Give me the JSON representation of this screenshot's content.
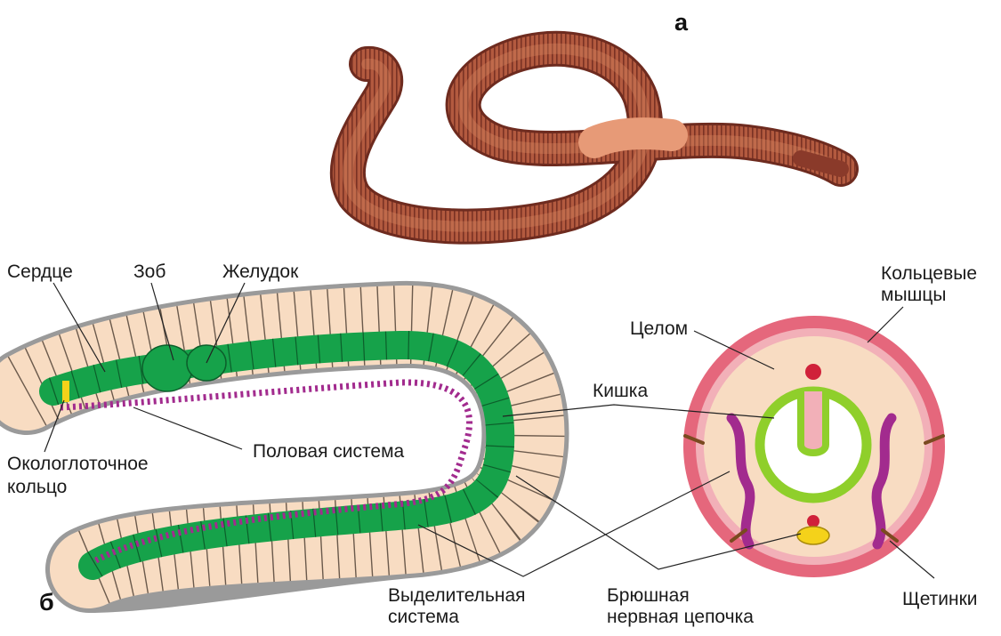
{
  "panels": {
    "a": "а",
    "b": "б"
  },
  "labels": {
    "heart": "Сердце",
    "crop": "Зоб",
    "stomach": "Желудок",
    "nerve_ring_line1": "Окологлоточное",
    "nerve_ring_line2": "кольцо",
    "reproductive": "Половая система",
    "circular_muscles_line1": "Кольцевые",
    "circular_muscles_line2": "мышцы",
    "coelom": "Целом",
    "intestine": "Кишка",
    "excretory_line1": "Выделительная",
    "excretory_line2": "система",
    "nerve_cord_line1": "Брюшная",
    "nerve_cord_line2": "нервная цепочка",
    "setae": "Щетинки"
  },
  "colors": {
    "worm_body": "#a8503a",
    "worm_light": "#d98a62",
    "clitellum": "#e79a77",
    "tissue": "#f8dcc2",
    "cuticle": "#9a9a9a",
    "gut": "#16a24a",
    "excretory": "#a22b8e",
    "nerve_yellow": "#f4d21a",
    "muscle_pink": "#e5677c",
    "intestine_green": "#8fcf2b",
    "blood_red": "#d0213a"
  }
}
